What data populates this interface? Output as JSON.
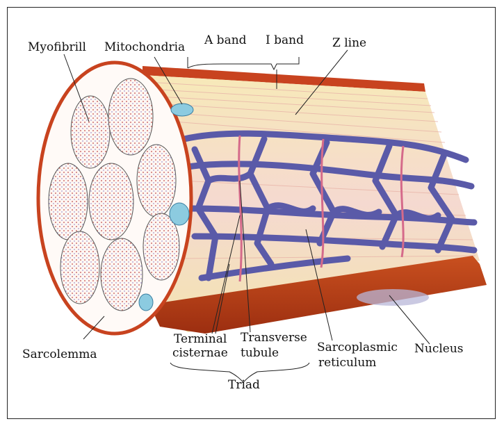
{
  "labels": {
    "myofibril": "Myofibrill",
    "mitochondria": "Mitochondria",
    "a_band": "A band",
    "i_band": "I band",
    "z_line": "Z line",
    "sarcolemma": "Sarcolemma",
    "terminal": "Terminal",
    "cisternae": "cisternae",
    "transverse": "Transverse",
    "tubule": "tubule",
    "sarcoplasmic": "Sarcoplasmic",
    "reticulum": "reticulum",
    "nucleus": "Nucleus",
    "triad": "Triad"
  },
  "colors": {
    "membrane": "#c8431f",
    "membrane_dark": "#a63014",
    "fibril_fill": "#fff7f2",
    "reticulum": "#5a5aa8",
    "tubule": "#d56a8a",
    "mitochondria": "#8ccbe0",
    "stripe_yellow": "#f3e6a6",
    "stripe_pink": "#f4cfc8"
  }
}
